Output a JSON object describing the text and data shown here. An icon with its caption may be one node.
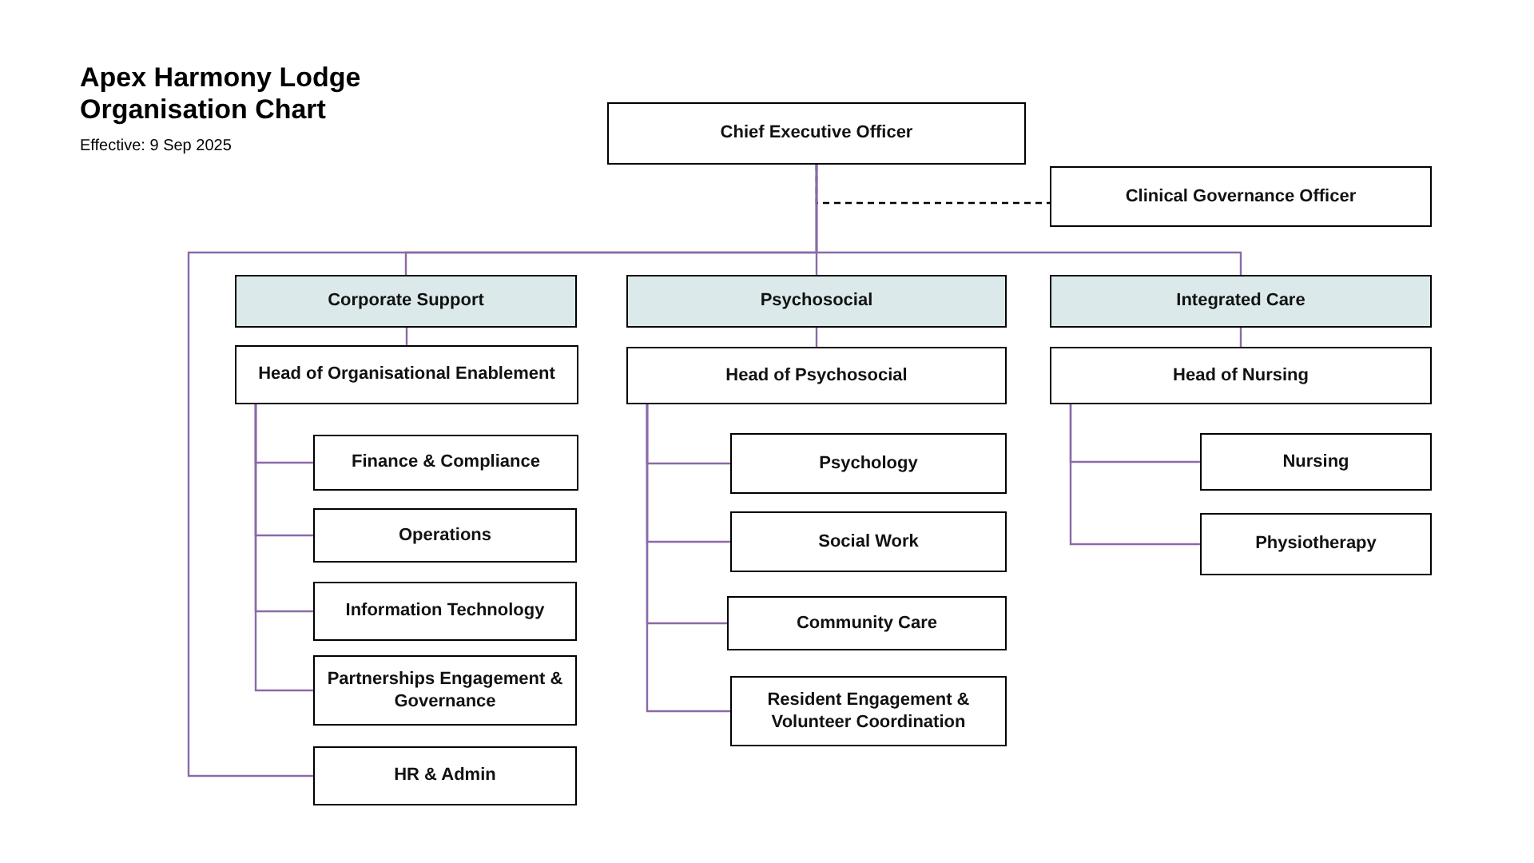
{
  "diagram": {
    "title": "Apex Harmony Lodge Organisation Chart",
    "nodes": [
      {
        "text": [
          "Chief Executive Officer"
        ]
      },
      {
        "text": [
          "Clinical Governance Officer"
        ]
      },
      {
        "text": [
          "Corporate Support"
        ]
      },
      {
        "text": [
          "Psychosocial"
        ]
      },
      {
        "text": [
          "Integrated Care"
        ]
      },
      {
        "text": [
          "Head of Organisational Enablement"
        ]
      },
      {
        "text": [
          "Head of Psychosocial"
        ]
      },
      {
        "text": [
          "Head of Nursing"
        ]
      },
      {
        "text": [
          "Finance & Compliance"
        ]
      },
      {
        "text": [
          "Operations"
        ]
      },
      {
        "text": [
          "Information Technology"
        ]
      },
      {
        "text": [
          "Partnerships Engagement & Governance"
        ]
      },
      {
        "text": [
          "HR & Admin"
        ]
      },
      {
        "text": [
          "Psychology"
        ]
      },
      {
        "text": [
          "Social Work"
        ]
      },
      {
        "text": [
          "Community Care"
        ]
      },
      {
        "text": [
          "Resident Engagement & Volunteer Coordination"
        ]
      },
      {
        "text": [
          "Nursing"
        ]
      },
      {
        "text": [
          "Physiotherapy"
        ]
      }
    ],
    "edges": [
      {
        "from": 0,
        "to": 1,
        "arrow": "none",
        "style": "dashed",
        "color": "#000000"
      },
      {
        "from": 0,
        "to": 2,
        "arrow": "none"
      },
      {
        "from": 0,
        "to": 3,
        "arrow": "none"
      },
      {
        "from": 0,
        "to": 4,
        "arrow": "none"
      },
      {
        "from": 0,
        "to": 12,
        "arrow": "none"
      },
      {
        "from": 2,
        "to": 5,
        "arrow": "none"
      },
      {
        "from": 3,
        "to": 6,
        "arrow": "none"
      },
      {
        "from": 4,
        "to": 7,
        "arrow": "none"
      },
      {
        "from": 5,
        "to": 8,
        "arrow": "none"
      },
      {
        "from": 5,
        "to": 9,
        "arrow": "none"
      },
      {
        "from": 5,
        "to": 10,
        "arrow": "none"
      },
      {
        "from": 5,
        "to": 11,
        "arrow": "none"
      },
      {
        "from": 6,
        "to": 13,
        "arrow": "none"
      },
      {
        "from": 6,
        "to": 14,
        "arrow": "none"
      },
      {
        "from": 6,
        "to": 15,
        "arrow": "none"
      },
      {
        "from": 6,
        "to": 16,
        "arrow": "none"
      },
      {
        "from": 7,
        "to": 17,
        "arrow": "none"
      },
      {
        "from": 7,
        "to": 18,
        "arrow": "none"
      }
    ],
    "labels": [
      "Effective: 9 Sep 2025"
    ]
  }
}
